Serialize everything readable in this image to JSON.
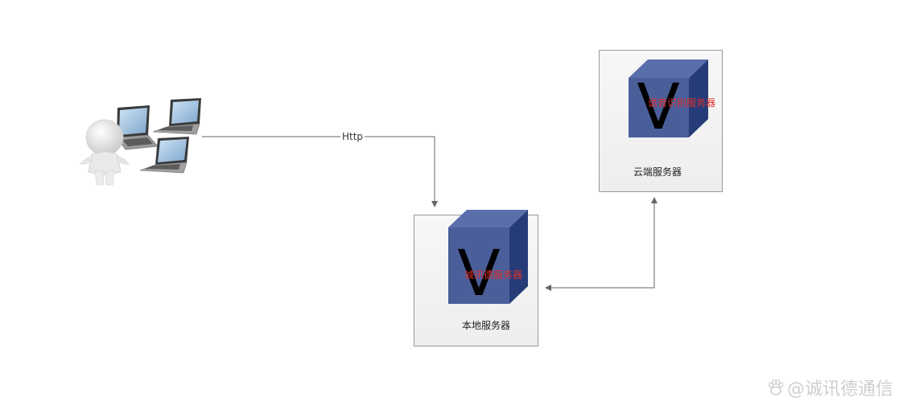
{
  "diagram": {
    "client": {
      "name": "client-group"
    },
    "edges": [
      {
        "id": "client-to-local",
        "label": "Http"
      },
      {
        "id": "local-to-cloud",
        "label": ""
      }
    ],
    "local_server": {
      "cube_letter": "V",
      "cube_overlay": "诚讯德服务器",
      "label": "本地服务器"
    },
    "cloud_server": {
      "cube_letter": "V",
      "cube_overlay": "语音识别服务器",
      "label": "云端服务器"
    },
    "colors": {
      "cube_front": "#4a5f9a",
      "cube_top": "#5a6eab",
      "cube_side": "#263c79",
      "overlay_text": "#e0302a",
      "edge": "#666666",
      "box_border": "#9a9a9a"
    }
  },
  "watermark": {
    "icon": "paw-icon",
    "text": "@诚讯德通信"
  }
}
